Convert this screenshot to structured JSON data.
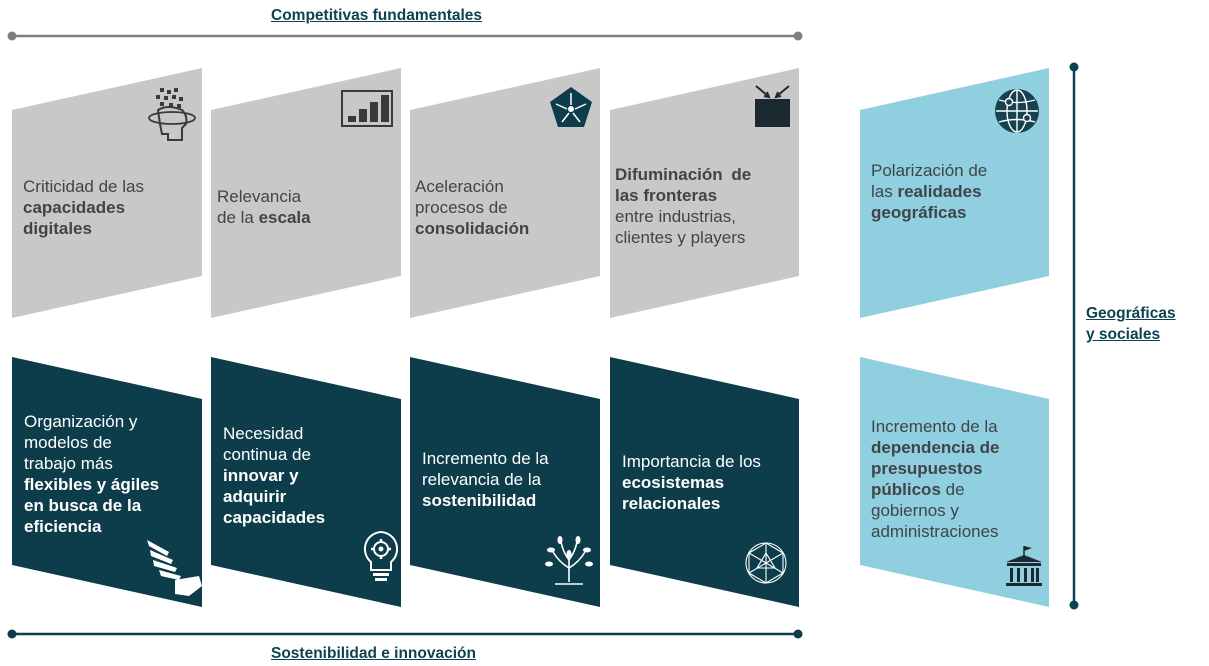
{
  "axes": {
    "top_label": "Competitivas fundamentales",
    "bottom_label": "Sostenibilidad e innovación",
    "right_label_line1": "Geográficas",
    "right_label_line2": "y sociales"
  },
  "colors": {
    "light_card": "#c8c8c8",
    "dark_card": "#0d3d4b",
    "blue_card": "#8fcfe0",
    "axis": "#7f7f7f",
    "right_axis": "#0d4250"
  },
  "cards": {
    "capacidades": {
      "icon": "digital-head-icon",
      "l1": "Criticidad de las",
      "l2": "capacidades",
      "l3": "digitales"
    },
    "escala": {
      "icon": "bar-chart-icon",
      "l1": "Relevancia",
      "l2a": "de la ",
      "l2b": "escala"
    },
    "consolidacion": {
      "icon": "pentagon-merge-icon",
      "l1": "Aceleración",
      "l2": "procesos de",
      "l3": "consolidación"
    },
    "fronteras": {
      "icon": "inbox-arrows-icon",
      "l1a": "Difuminación",
      "l1b": " de",
      "l2": "las fronteras",
      "l3": "entre industrias,",
      "l4": "clientes y players"
    },
    "polarizacion": {
      "icon": "globe-icon",
      "l1": "Polarización de",
      "l2a": "las ",
      "l2b": "realidades",
      "l3": "geográficas"
    },
    "organizacion": {
      "icon": "winged-hand-icon",
      "l1": "Organización y",
      "l2": "modelos de",
      "l3": "trabajo más",
      "l4": "flexibles y ágiles",
      "l5": "en busca de la",
      "l6": "eficiencia"
    },
    "innovar": {
      "icon": "lightbulb-gear-icon",
      "l1": "Necesidad",
      "l2": "continua de",
      "l3": "innovar y",
      "l4": "adquirir",
      "l5": "capacidades"
    },
    "sostenibilidad": {
      "icon": "tree-icon",
      "l1": "Incremento de la",
      "l2": "relevancia de la",
      "l3": "sostenibilidad"
    },
    "ecosistemas": {
      "icon": "network-sphere-icon",
      "l1": "Importancia de los",
      "l2": "ecosistemas",
      "l3": "relacionales"
    },
    "presupuestos": {
      "icon": "government-building-icon",
      "l1": "Incremento de la",
      "l2": "dependencia de",
      "l3": "presupuestos",
      "l4a": "públicos",
      "l4b": " de",
      "l5": "gobiernos y",
      "l6": "administraciones"
    }
  }
}
